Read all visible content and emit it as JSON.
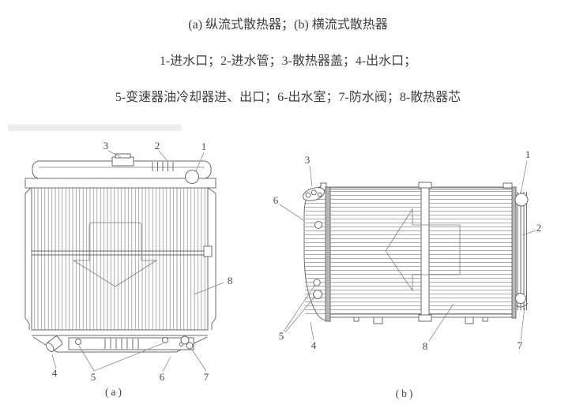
{
  "colors": {
    "background": "#ffffff",
    "ink": "#6b6b6b",
    "hatch": "#8c8c8c",
    "caption_text": "#3e3e3e",
    "label_text": "#474747"
  },
  "header": {
    "line1": "(a) 纵流式散热器；(b) 横流式散热器",
    "line2": "1-进水口；2-进水管；3-散热器盖；4-出水口；",
    "line3": "5-变速器油冷却器进、出口；6-出水室；7-防水阀；8-散热器芯"
  },
  "figure_a": {
    "caption": "(a)",
    "labels": {
      "n1": "1",
      "n2": "2",
      "n3": "3",
      "n4": "4",
      "n5": "5",
      "n6": "6",
      "n7": "7",
      "n8": "8"
    }
  },
  "figure_b": {
    "caption": "(b)",
    "labels": {
      "n1": "1",
      "n2": "2",
      "n3": "3",
      "n4": "4",
      "n5": "5",
      "n6": "6",
      "n7": "7",
      "n8": "8"
    }
  }
}
